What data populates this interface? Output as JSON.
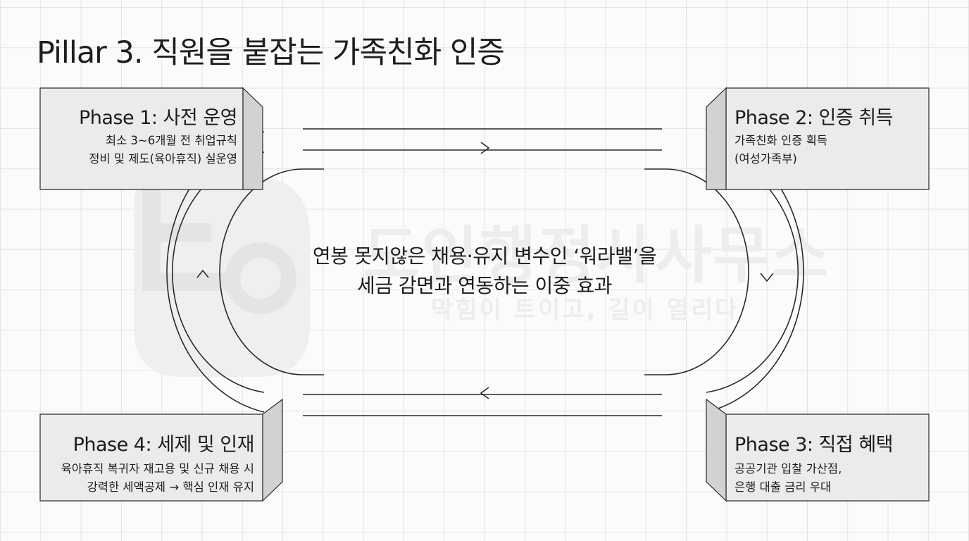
{
  "title": "Pillar 3. 직원을 붙잡는 가족친화 인증",
  "watermark": {
    "main": "도인행정사사무소",
    "sub": "막힘이 트이고, 길이 열리다"
  },
  "center": {
    "line1": "연봉 못지않은 채용·유지 변수인 ‘워라밸’을",
    "line2": "세금 감면과 연동하는 이중 효과"
  },
  "phases": [
    {
      "title": "Phase 1: 사전 운영",
      "line1": "최소 3~6개월 전 취업규칙",
      "line2": "정비 및 제도(육아휴직) 실운영"
    },
    {
      "title": "Phase 2: 인증 취득",
      "line1": "가족친화 인증 획득",
      "line2": "(여성가족부)"
    },
    {
      "title": "Phase 3: 직접 혜택",
      "line1": "공공기관 입찰 가산점,",
      "line2": "은행 대출 금리 우대"
    },
    {
      "title": "Phase 4: 세제 및 인재",
      "line1": "육아휴직 복귀자 재고용 및 신규 채용 시",
      "line2": "강력한 세액공제 → 핵심 인재 유지"
    }
  ],
  "colors": {
    "box_fill": "#ebebeb",
    "box_side": "#d2d2d2",
    "stroke": "#2a2a2a",
    "watermark": "#ededed"
  }
}
